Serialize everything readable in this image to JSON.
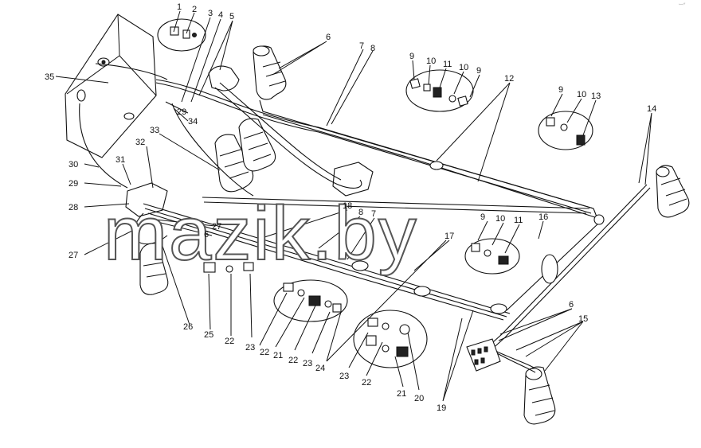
{
  "diagram": {
    "watermark": "mazik.by",
    "corner_mark": "ꟷ*",
    "callouts": [
      {
        "id": "c1",
        "text": "1"
      },
      {
        "id": "c2",
        "text": "2"
      },
      {
        "id": "c3",
        "text": "3"
      },
      {
        "id": "c4",
        "text": "4"
      },
      {
        "id": "c5",
        "text": "5"
      },
      {
        "id": "c6a",
        "text": "6"
      },
      {
        "id": "c7a",
        "text": "7"
      },
      {
        "id": "c8a",
        "text": "8"
      },
      {
        "id": "c9a",
        "text": "9"
      },
      {
        "id": "c10a",
        "text": "10"
      },
      {
        "id": "c11a",
        "text": "11"
      },
      {
        "id": "c10b",
        "text": "10"
      },
      {
        "id": "c9b",
        "text": "9"
      },
      {
        "id": "c12",
        "text": "12"
      },
      {
        "id": "c9c",
        "text": "9"
      },
      {
        "id": "c10c",
        "text": "10"
      },
      {
        "id": "c13",
        "text": "13"
      },
      {
        "id": "c14",
        "text": "14"
      },
      {
        "id": "c35",
        "text": "35"
      },
      {
        "id": "c29a",
        "text": "29"
      },
      {
        "id": "c34",
        "text": "34"
      },
      {
        "id": "c33",
        "text": "33"
      },
      {
        "id": "c32",
        "text": "32"
      },
      {
        "id": "c30",
        "text": "30"
      },
      {
        "id": "c31",
        "text": "31"
      },
      {
        "id": "c29b",
        "text": "29"
      },
      {
        "id": "c28",
        "text": "28"
      },
      {
        "id": "c27a",
        "text": "27"
      },
      {
        "id": "c27b",
        "text": "27"
      },
      {
        "id": "c6b",
        "text": "6"
      },
      {
        "id": "c18",
        "text": "18"
      },
      {
        "id": "c8b",
        "text": "8"
      },
      {
        "id": "c7b",
        "text": "7"
      },
      {
        "id": "c9d",
        "text": "9"
      },
      {
        "id": "c10d",
        "text": "10"
      },
      {
        "id": "c11b",
        "text": "11"
      },
      {
        "id": "c16",
        "text": "16"
      },
      {
        "id": "c17",
        "text": "17"
      },
      {
        "id": "c26",
        "text": "26"
      },
      {
        "id": "c25",
        "text": "25"
      },
      {
        "id": "c22a",
        "text": "22"
      },
      {
        "id": "c23a",
        "text": "23"
      },
      {
        "id": "c22b",
        "text": "22"
      },
      {
        "id": "c21a",
        "text": "21"
      },
      {
        "id": "c22c",
        "text": "22"
      },
      {
        "id": "c23b",
        "text": "23"
      },
      {
        "id": "c24",
        "text": "24"
      },
      {
        "id": "c23c",
        "text": "23"
      },
      {
        "id": "c22d",
        "text": "22"
      },
      {
        "id": "c21b",
        "text": "21"
      },
      {
        "id": "c20",
        "text": "20"
      },
      {
        "id": "c19",
        "text": "19"
      },
      {
        "id": "c6c",
        "text": "6"
      },
      {
        "id": "c15",
        "text": "15"
      }
    ]
  }
}
